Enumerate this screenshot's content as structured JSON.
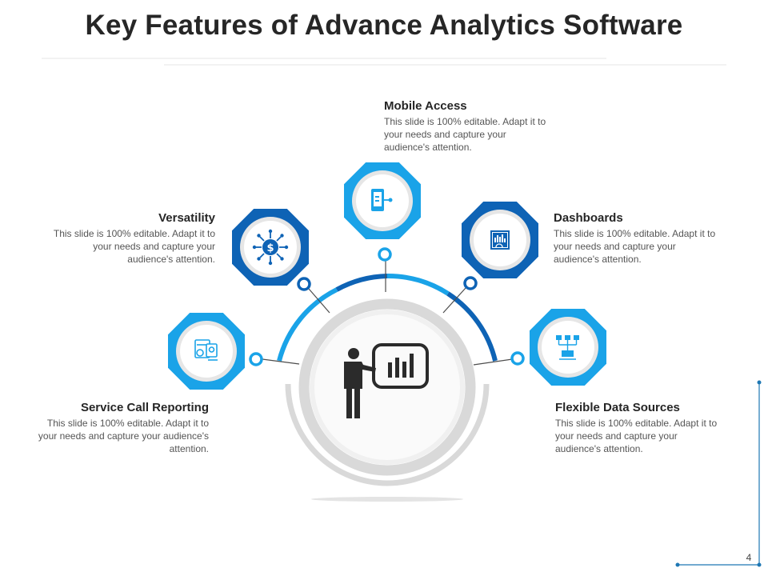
{
  "slide": {
    "title": "Key Features of Advance Analytics Software",
    "page_number": "4"
  },
  "colors": {
    "light_blue": "#1aa3e8",
    "dark_blue": "#0e63b5",
    "grey_ring": "#d9d9d9",
    "icon_dark": "#2b2b2b"
  },
  "features": [
    {
      "title": "Service Call Reporting",
      "desc": "This slide is 100% editable. Adapt it to your needs and capture your audience's attention.",
      "icon": "report-icon",
      "color": "light_blue"
    },
    {
      "title": "Versatility",
      "desc": "This slide is 100% editable. Adapt it to your needs and capture your audience's attention.",
      "icon": "dollar-network-icon",
      "color": "dark_blue"
    },
    {
      "title": "Mobile Access",
      "desc": "This slide is 100% editable. Adapt it to your needs and capture your audience's attention.",
      "icon": "mobile-icon",
      "color": "light_blue"
    },
    {
      "title": "Dashboards",
      "desc": "This slide is 100% editable. Adapt it to your needs and capture your audience's attention.",
      "icon": "dashboard-icon",
      "color": "dark_blue"
    },
    {
      "title": "Flexible Data Sources",
      "desc": "This slide is 100% editable. Adapt it to your needs and capture your audience's attention.",
      "icon": "data-sources-icon",
      "color": "light_blue"
    }
  ],
  "center_icon": "presenter-chart-icon"
}
